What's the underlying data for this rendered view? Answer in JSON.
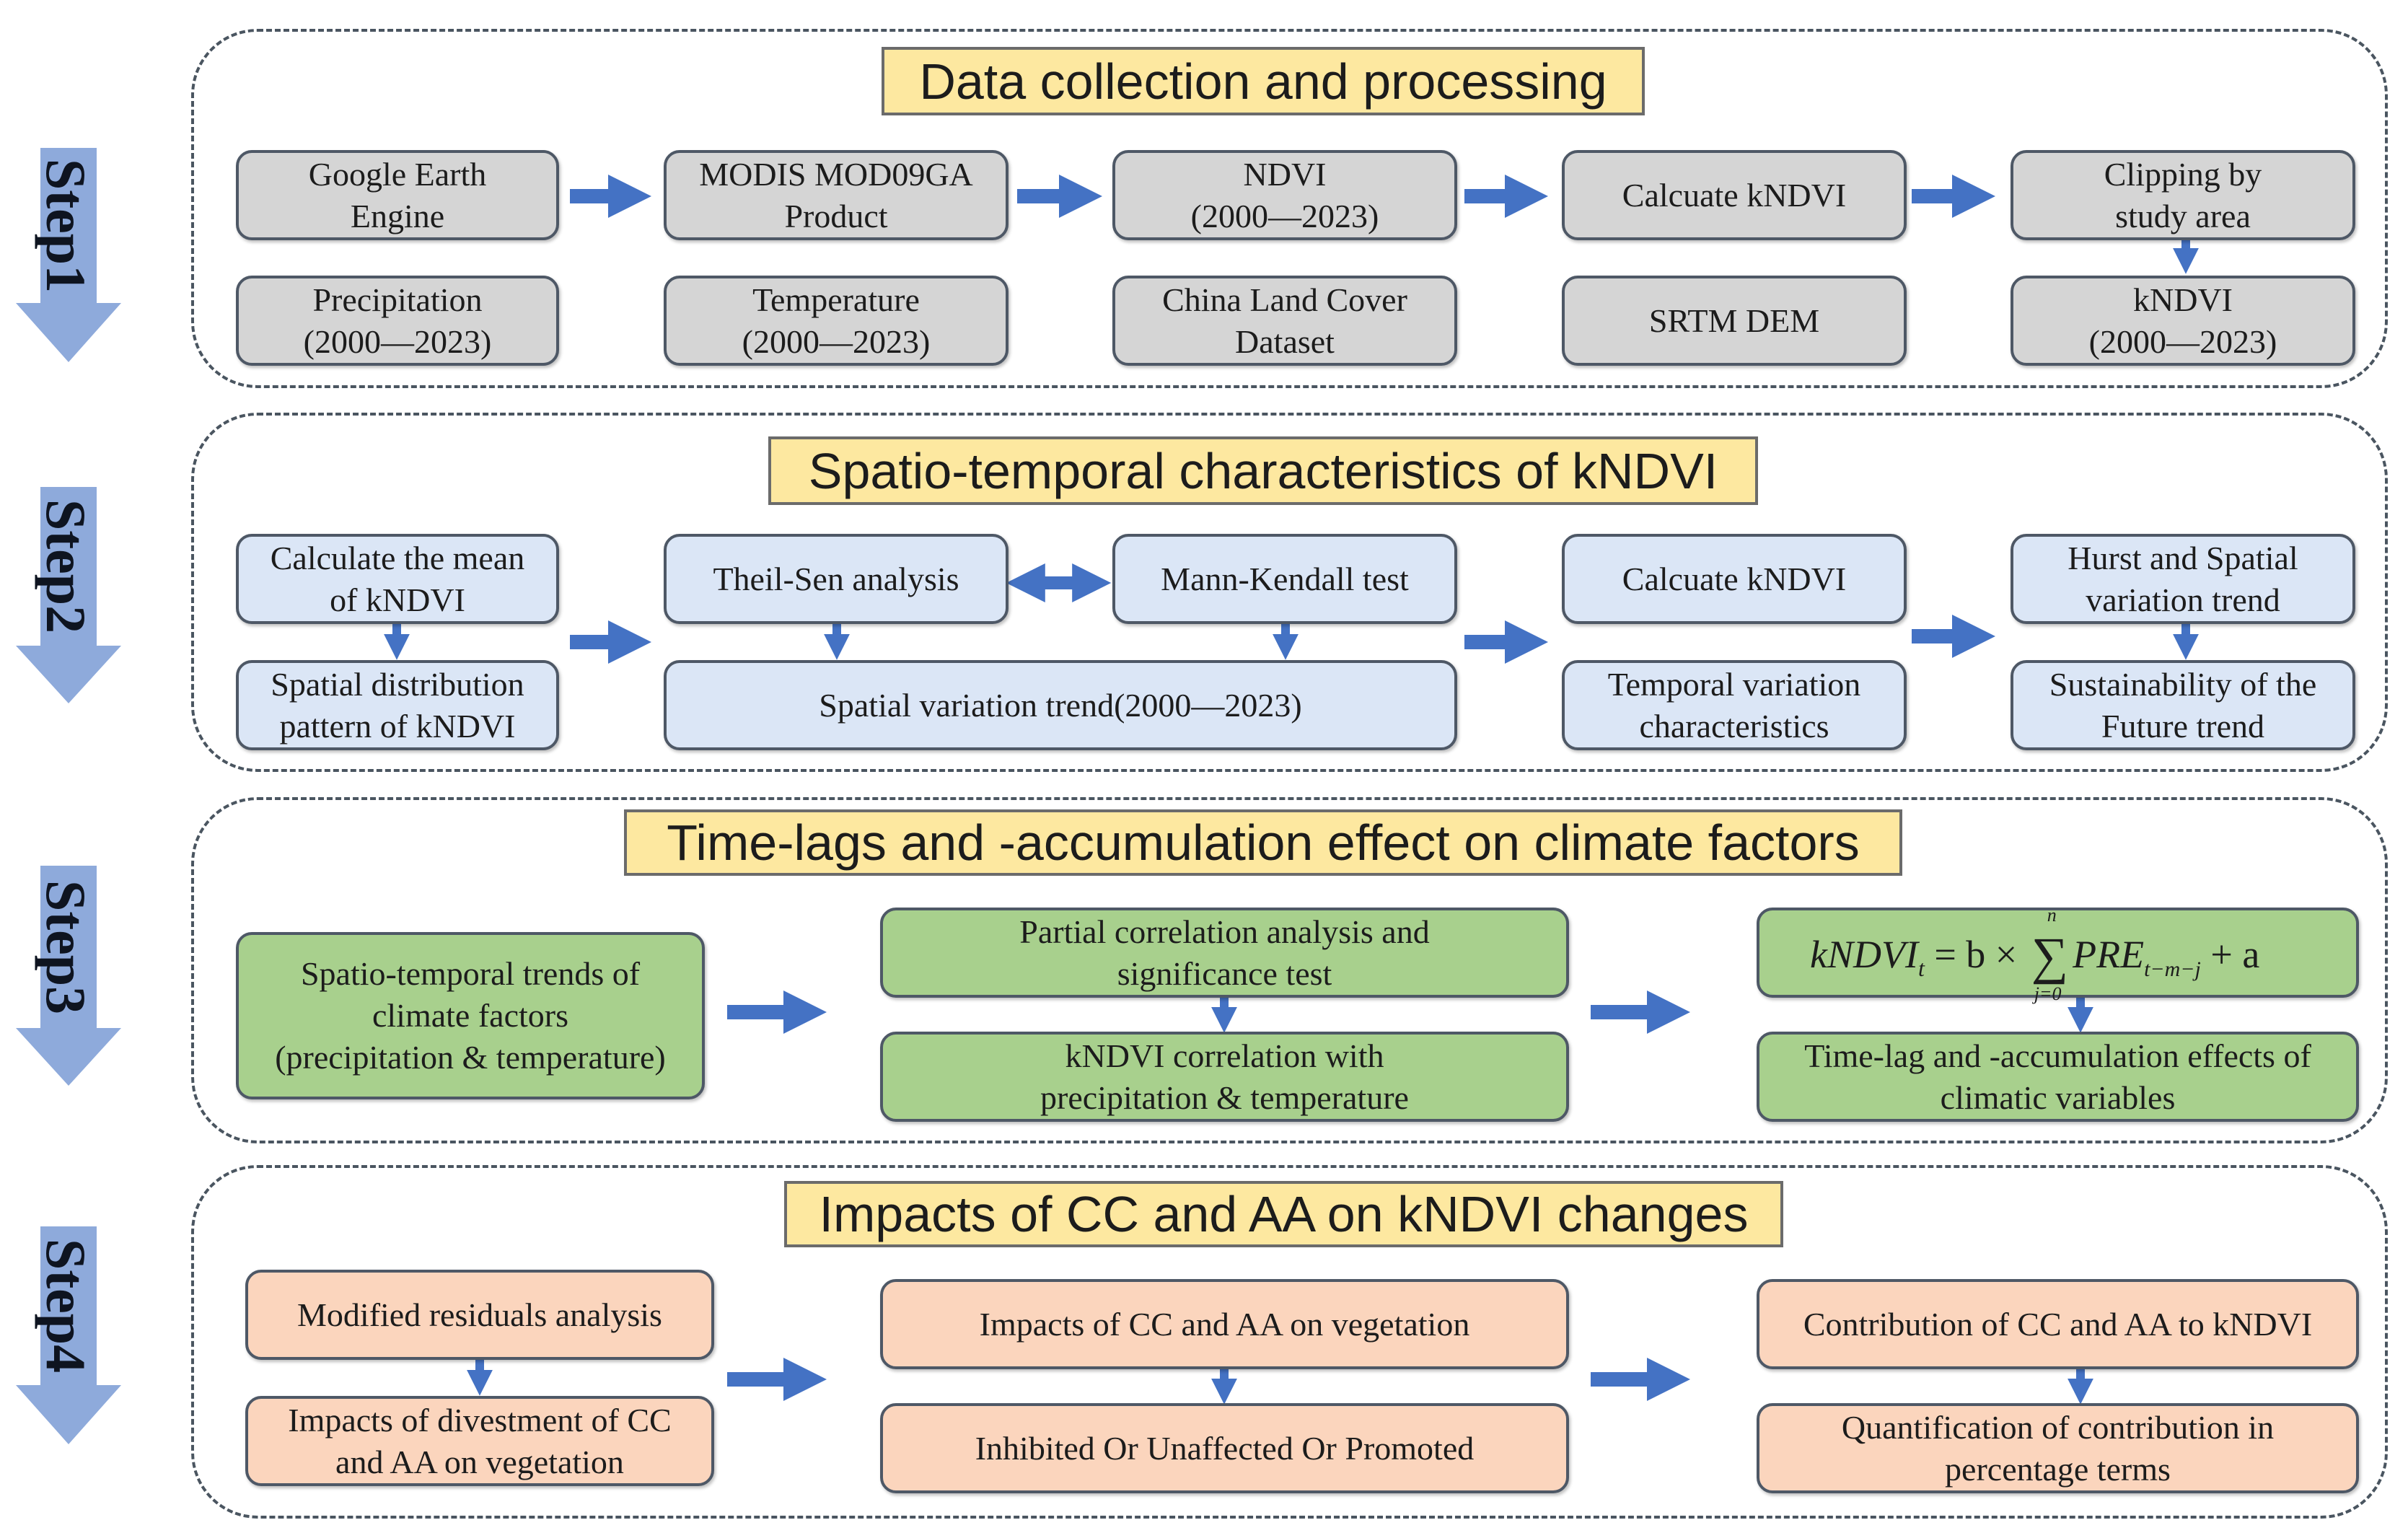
{
  "steps": [
    "Step1",
    "Step2",
    "Step3",
    "Step4"
  ],
  "colors": {
    "arrow": "#4472c4",
    "step_arrow": "#8eaadb",
    "title_fill": "#fde8a0",
    "gray_box": "#d5d5d5",
    "blue_box": "#dbe6f6",
    "green_box": "#a8d08d",
    "peach_box": "#fbd5bd"
  },
  "section1": {
    "title": "Data collection and processing",
    "google_earth_engine": "Google Earth\nEngine",
    "modis_product": "MODIS MOD09GA\nProduct",
    "ndvi": "NDVI\n(2000—2023)",
    "calculate_kndvi": "Calcuate kNDVI",
    "clipping": "Clipping by\nstudy area",
    "precipitation": "Precipitation\n(2000—2023)",
    "temperature": "Temperature\n(2000—2023)",
    "land_cover": "China Land Cover\nDataset",
    "srtm_dem": "SRTM DEM",
    "kndvi_series": "kNDVI\n(2000—2023)"
  },
  "section2": {
    "title": "Spatio-temporal characteristics of kNDVI",
    "mean_kndvi": "Calculate the mean\nof kNDVI",
    "spatial_distribution": "Spatial distribution\npattern of kNDVI",
    "theil_sen": "Theil-Sen analysis",
    "mann_kendall": "Mann-Kendall test",
    "spatial_trend": "Spatial variation trend(2000—2023)",
    "calculate_kndvi": "Calcuate kNDVI",
    "temporal_variation": "Temporal variation\ncharacteristics",
    "hurst": "Hurst and Spatial\nvariation trend",
    "sustainability": "Sustainability of the\nFuture trend"
  },
  "section3": {
    "title": "Time-lags and -accumulation effect on climate factors",
    "climate_trends": "Spatio-temporal trends of\nclimate factors\n(precipitation & temperature)",
    "partial_correlation": "Partial correlation analysis and\nsignificance test",
    "kndvi_correlation": "kNDVI correlation with\nprecipitation & temperature",
    "formula": {
      "lhs": "kNDVI",
      "lhs_sub": "t",
      "mid": " = b × ",
      "sum": "∑",
      "sum_upper": "n",
      "sum_lower": "j=0",
      "term": "PRE",
      "term_sub": "t−m−j",
      "tail": " + a"
    },
    "time_lag_effects": "Time-lag and -accumulation effects of\nclimatic variables"
  },
  "section4": {
    "title": "Impacts of CC and AA on kNDVI changes",
    "modified_residuals": "Modified residuals analysis",
    "divestment_impacts": "Impacts of divestment of CC\nand AA on vegetation",
    "impacts_vegetation": "Impacts of  CC and AA on vegetation",
    "inhibited": "Inhibited Or Unaffected Or Promoted",
    "contribution": "Contribution of CC and AA to kNDVI",
    "quantification": "Quantification of contribution in\npercentage terms"
  }
}
